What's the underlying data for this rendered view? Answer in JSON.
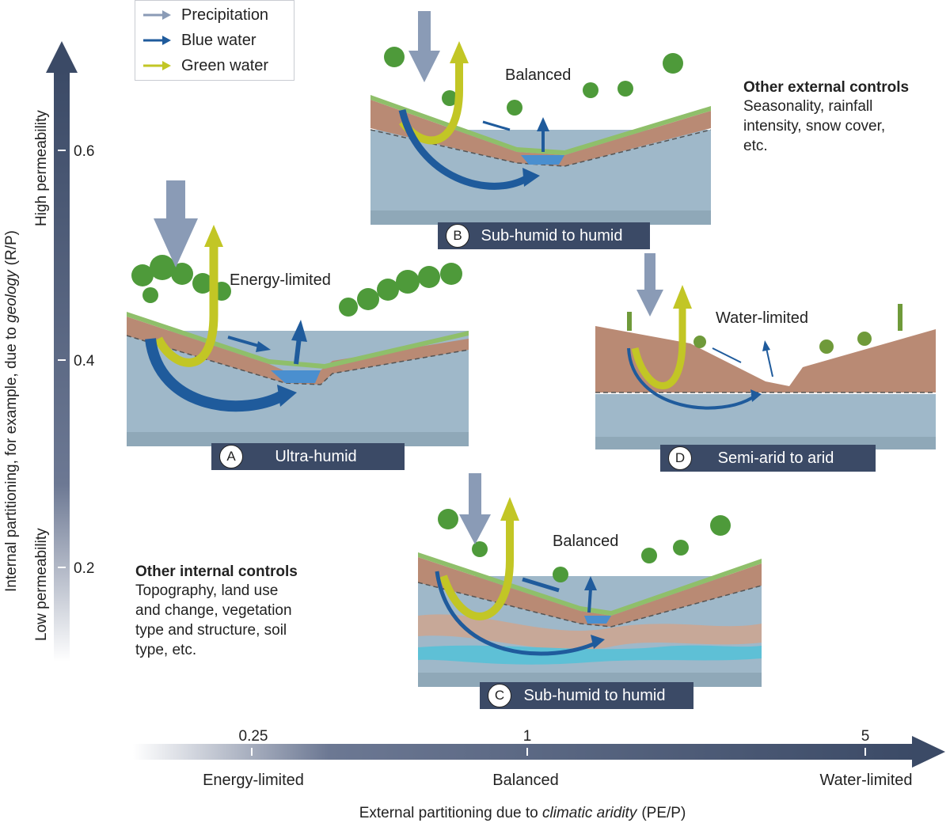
{
  "legend": {
    "items": [
      {
        "label": "Precipitation",
        "color": "#8a9bb6"
      },
      {
        "label": "Blue water",
        "color": "#1f5b9c"
      },
      {
        "label": "Green water",
        "color": "#c2c625"
      }
    ]
  },
  "y_axis": {
    "title_plain": "Internal partitioning, for example, due to ",
    "title_italic": "geology",
    "title_ratio": "(R/P)",
    "high_label": "High permeability",
    "low_label": "Low permeability",
    "ticks": [
      "0.6",
      "0.4",
      "0.2"
    ]
  },
  "x_axis": {
    "title_plain": "External partitioning due to ",
    "title_italic": "climatic aridity",
    "title_ratio": "(PE/P)",
    "ticks": [
      "0.25",
      "1",
      "5"
    ],
    "regimes": [
      "Energy-limited",
      "Balanced",
      "Water-limited"
    ]
  },
  "scenarios": [
    {
      "id": "A",
      "label": "Ultra-humid",
      "regime": "Energy-limited"
    },
    {
      "id": "B",
      "label": "Sub-humid to humid",
      "regime": "Balanced"
    },
    {
      "id": "C",
      "label": "Sub-humid to humid",
      "regime": "Balanced"
    },
    {
      "id": "D",
      "label": "Semi-arid to arid",
      "regime": "Water-limited"
    }
  ],
  "external_controls": {
    "title": "Other external controls",
    "lines": [
      "Seasonality, rainfall",
      "intensity, snow cover,",
      "etc."
    ]
  },
  "internal_controls": {
    "title": "Other internal controls",
    "lines": [
      "Topography, land use",
      "and change, vegetation",
      "type and structure, soil",
      "type, etc."
    ]
  },
  "colors": {
    "axis": "#3b4a66",
    "soil": "#b98a74",
    "groundwater": "#9fb8c9",
    "surface_water": "#4a8fcf",
    "grass": "#8fbf6a",
    "tree": "#4e9a3a"
  }
}
